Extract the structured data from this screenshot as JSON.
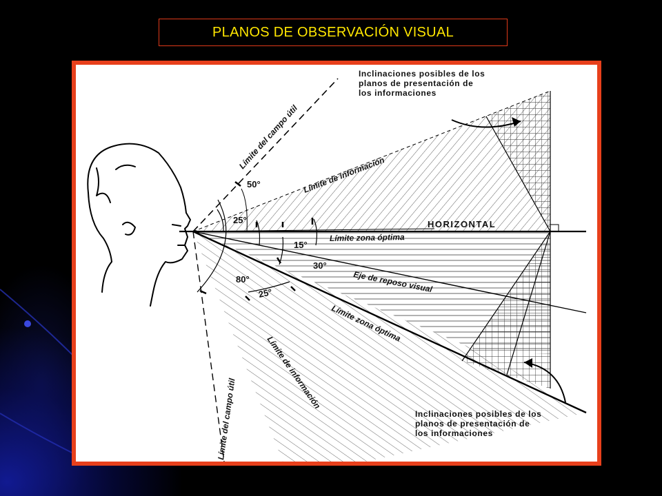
{
  "title": "PLANOS DE OBSERVACIÓN VISUAL",
  "diagram": {
    "horizontal_label": "HORIZONTAL",
    "limite_campo_util": "Límite del campo útil",
    "limite_informacion": "Límite de información",
    "limite_zona_optima": "Límite zona óptima",
    "eje_reposo": "Eje de reposo visual",
    "angles": {
      "a50": "50°",
      "a25_top": "25°",
      "a15": "15°",
      "a30": "30°",
      "a80": "80°",
      "a25_bottom": "25°"
    },
    "note_top": [
      "Inclinaciones posibles de los",
      "planos de presentación de",
      "los informaciones"
    ],
    "note_bottom": [
      "Inclinaciones posibles de los",
      "planos de presentación de",
      "los informaciones"
    ]
  },
  "colors": {
    "background": "#000000",
    "title_text": "#ffe600",
    "title_border": "#e03a1a",
    "frame": "#e8401c",
    "accent_blue": "#1a22a8"
  }
}
